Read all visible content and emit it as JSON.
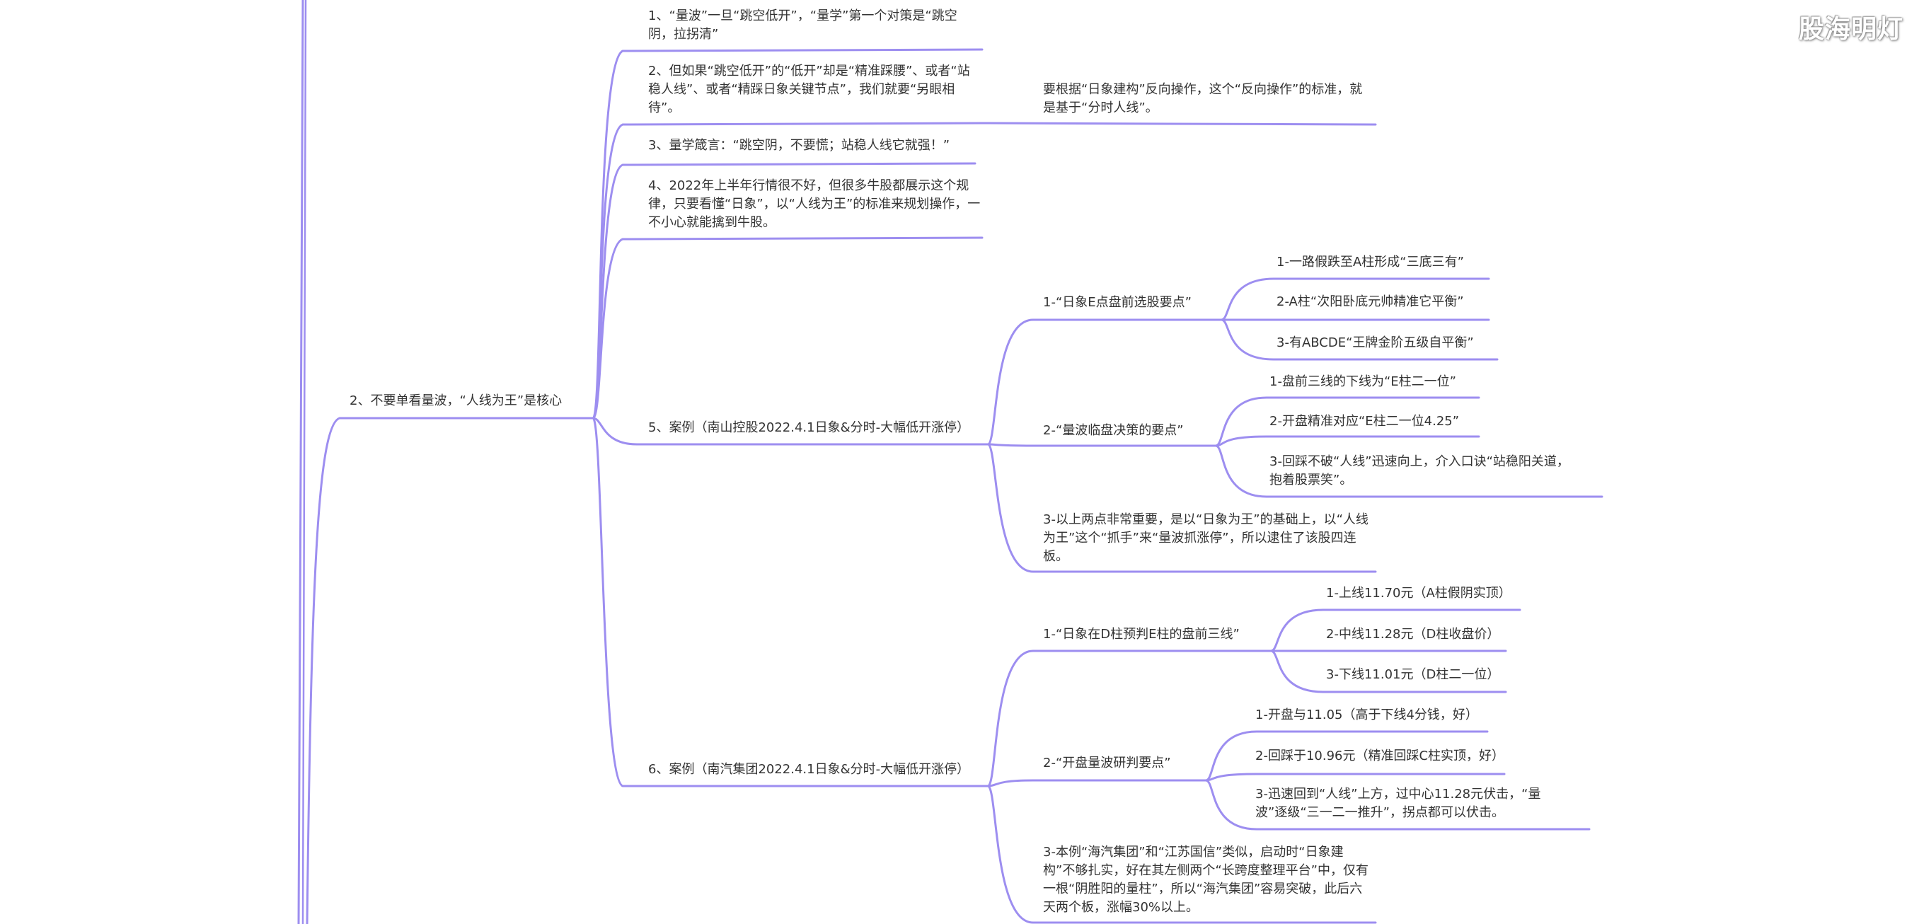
{
  "watermark": "股海明灯",
  "colors": {
    "link": "#9d8ef0",
    "text": "#333333",
    "background": "#ffffff"
  },
  "mindmap": {
    "branch": {
      "label": "2、不要单看量波，“人线为王”是核心",
      "children": [
        {
          "label": "1、“量波”一旦“跳空低开”，“量学”第一个对策是“跳空阴，拉拐清”"
        },
        {
          "label": "2、但如果“跳空低开”的“低开”却是“精准踩腰”、或者“站稳人线”、或者“精踩日象关键节点”，我们就要“另眼相待”。",
          "children": [
            {
              "label": "要根据“日象建构”反向操作，这个“反向操作”的标准，就是基于“分时人线”。"
            }
          ]
        },
        {
          "label": "3、量学箴言：“跳空阴，不要慌；站稳人线它就强！”"
        },
        {
          "label": "4、2022年上半年行情很不好，但很多牛股都展示这个规律，只要看懂“日象”，以“人线为王”的标准来规划操作，一不小心就能擒到牛股。"
        },
        {
          "label": "5、案例（南山控股2022.4.1日象&分时-大幅低开涨停）",
          "children": [
            {
              "label": "1-“日象E点盘前选股要点”",
              "children": [
                {
                  "label": "1-一路假跌至A柱形成“三底三有”"
                },
                {
                  "label": "2-A柱“次阳卧底元帅精准它平衡”"
                },
                {
                  "label": "3-有ABCDE“王牌金阶五级自平衡”"
                }
              ]
            },
            {
              "label": "2-“量波临盘决策的要点”",
              "children": [
                {
                  "label": "1-盘前三线的下线为“E柱二一位”"
                },
                {
                  "label": "2-开盘精准对应“E柱二一位4.25”"
                },
                {
                  "label": "3-回踩不破“人线”迅速向上，介入口诀“站稳阳关道，抱着股票笑”。"
                }
              ]
            },
            {
              "label": "3-以上两点非常重要，是以“日象为王”的基础上，以“人线为王”这个“抓手”来“量波抓涨停”，所以逮住了该股四连板。"
            }
          ]
        },
        {
          "label": "6、案例（南汽集团2022.4.1日象&分时-大幅低开涨停）",
          "children": [
            {
              "label": "1-“日象在D柱预判E柱的盘前三线”",
              "children": [
                {
                  "label": "1-上线11.70元（A柱假阴实顶）"
                },
                {
                  "label": "2-中线11.28元（D柱收盘价）"
                },
                {
                  "label": "3-下线11.01元（D柱二一位）"
                }
              ]
            },
            {
              "label": "2-“开盘量波研判要点”",
              "children": [
                {
                  "label": "1-开盘与11.05（高于下线4分钱，好）"
                },
                {
                  "label": "2-回踩于10.96元（精准回踩C柱实顶，好）"
                },
                {
                  "label": "3-迅速回到“人线”上方，过中心11.28元伏击，“量波”逐级“三一二一推升”，拐点都可以伏击。"
                }
              ]
            },
            {
              "label": "3-本例“海汽集团”和“江苏国信”类似，启动时“日象建构”不够扎实，好在其左侧两个“长跨度整理平台”中，仅有一根“阴胜阳的量柱”，所以“海汽集团”容易突破，此后六天两个板，涨幅30%以上。"
            }
          ]
        }
      ]
    }
  }
}
